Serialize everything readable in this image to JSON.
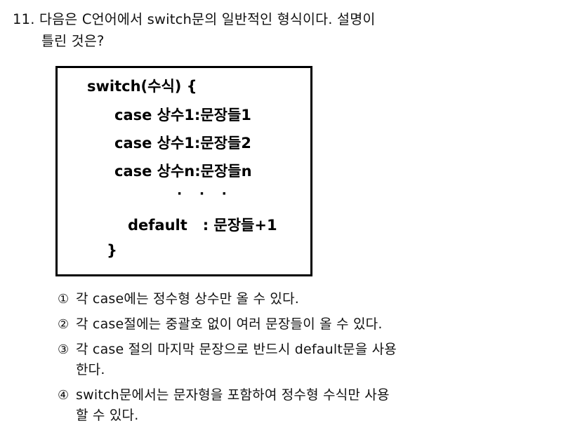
{
  "question": {
    "number": "11.",
    "stem_lines": [
      "11. 다음은 C언어에서 switch문의 일반적인 형식이다. 설명이",
      "틀린 것은?"
    ]
  },
  "code_box": {
    "lines": [
      "switch(수식) {",
      "case 상수1:문장들1",
      "case 상수1:문장들2",
      "case 상수n:문장들n",
      "· · ·",
      "default   : 문장들+1",
      "}"
    ]
  },
  "choices": [
    {
      "marker": "①",
      "lines": [
        "각 case에는 정수형 상수만 올 수 있다."
      ]
    },
    {
      "marker": "②",
      "lines": [
        "각 case절에는 중괄호 없이 여러 문장들이 올 수 있다."
      ]
    },
    {
      "marker": "③",
      "lines": [
        "각 case 절의 마지막 문장으로 반드시 default문을 사용",
        "한다."
      ]
    },
    {
      "marker": "④",
      "lines": [
        "switch문에서는 문자형을 포함하여 정수형 수식만 사용",
        "할 수 있다."
      ]
    }
  ],
  "colors": {
    "text": "#111111",
    "border": "#000000",
    "background": "#ffffff"
  }
}
